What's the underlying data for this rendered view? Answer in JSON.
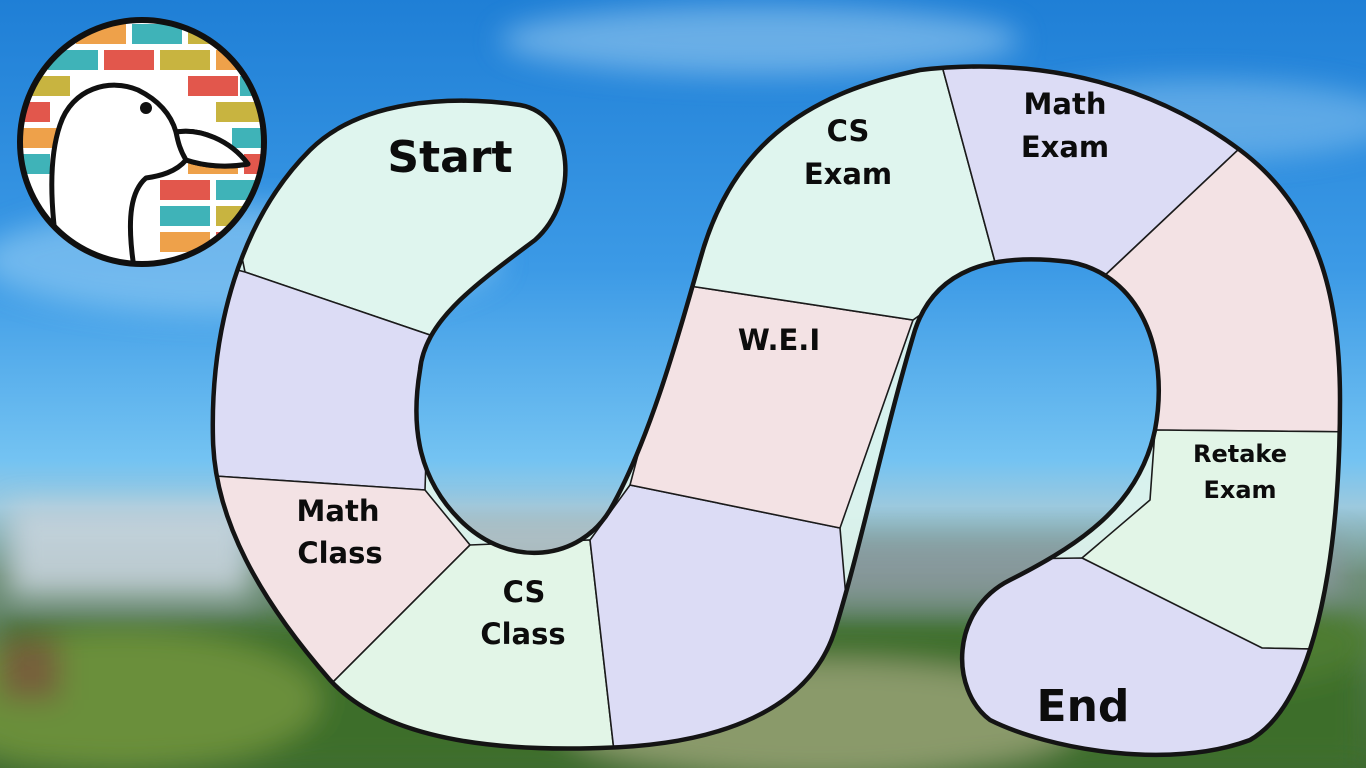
{
  "game": {
    "spaces": [
      {
        "id": "start",
        "lines": [
          "Start"
        ]
      },
      {
        "id": "blank-1",
        "lines": []
      },
      {
        "id": "math-class",
        "lines": [
          "Math",
          "Class"
        ]
      },
      {
        "id": "cs-class",
        "lines": [
          "CS",
          "Class"
        ]
      },
      {
        "id": "blank-2",
        "lines": []
      },
      {
        "id": "wei",
        "lines": [
          "W.E.I"
        ]
      },
      {
        "id": "cs-exam",
        "lines": [
          "CS",
          "Exam"
        ]
      },
      {
        "id": "math-exam",
        "lines": [
          "Math",
          "Exam"
        ]
      },
      {
        "id": "blank-3",
        "lines": []
      },
      {
        "id": "retake-exam",
        "lines": [
          "Retake",
          "Exam"
        ]
      },
      {
        "id": "end",
        "lines": [
          "End"
        ]
      }
    ]
  },
  "colors": {
    "sky_top": "#1f7fd6",
    "sky_mid": "#5ab6f2",
    "tile_mint": "#dff5ee",
    "tile_lavender": "#dcdcf5",
    "tile_pink": "#f3e2e4",
    "tile_green": "#e2f5e7",
    "outline": "#141414"
  },
  "logo": {
    "icon": "duck-logo-icon"
  }
}
